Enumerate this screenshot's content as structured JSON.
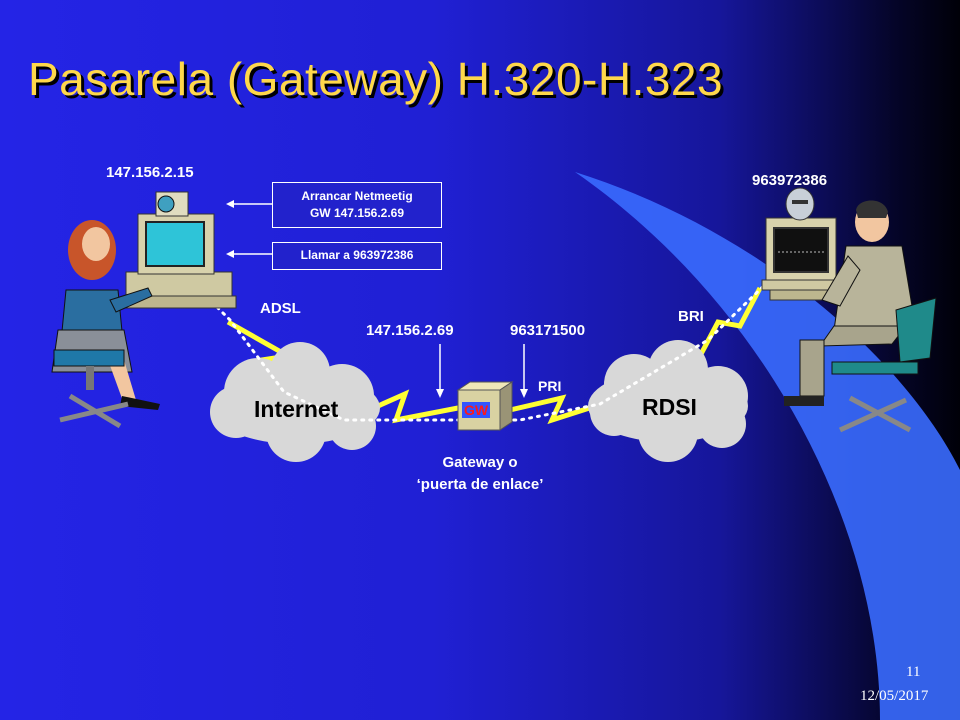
{
  "title": "Pasarela (Gateway) H.320-H.323",
  "labels": {
    "ip_caller": "147.156.2.15",
    "number_callee": "963972386",
    "adsl": "ADSL",
    "bri": "BRI",
    "pri": "PRI",
    "gw_ip": "147.156.2.69",
    "gw_number": "963171500",
    "internet": "Internet",
    "rdsi": "RDSI",
    "gw_box": "GW",
    "gateway_line1": "Gateway o",
    "gateway_line2": "‘puerta de enlace’"
  },
  "callouts": {
    "step1_line1": "Arrancar Netmeetig",
    "step1_line2": "GW 147.156.2.69",
    "step2": "Llamar a 963972386"
  },
  "footer": {
    "page_number": "11",
    "date": "12/05/2017"
  },
  "colors": {
    "title": "#ffd84a",
    "link_zigzag": "#ffff33",
    "dotted_path": "#ffffff",
    "cloud": "#d8d8d8",
    "gw_text": "#ff1a1a"
  }
}
